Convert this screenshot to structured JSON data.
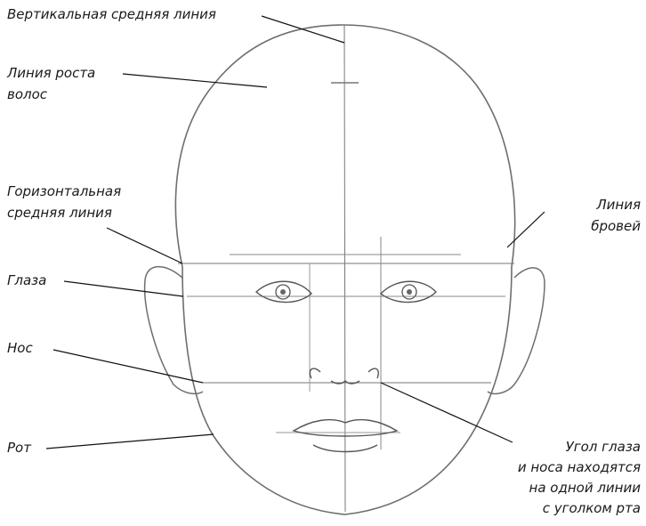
{
  "labels": {
    "vertical_midline": "Вертикальная средняя линия",
    "hairline_1": "Линия роста",
    "hairline_2": "волос",
    "horizontal_midline_1": "Горизонтальная",
    "horizontal_midline_2": "средняя линия",
    "eyebrow_line_1": "Линия",
    "eyebrow_line_2": "бровей",
    "eyes": "Глаза",
    "nose": "Нос",
    "mouth": "Рот",
    "alignment_note_1": "Угол глаза",
    "alignment_note_2": "и носа находятся",
    "alignment_note_3": "на одной линии",
    "alignment_note_4": "с уголком рта"
  },
  "colors": {
    "text": "#1a1a1a",
    "sketch": "#6e6e6e",
    "leader": "#111111"
  }
}
